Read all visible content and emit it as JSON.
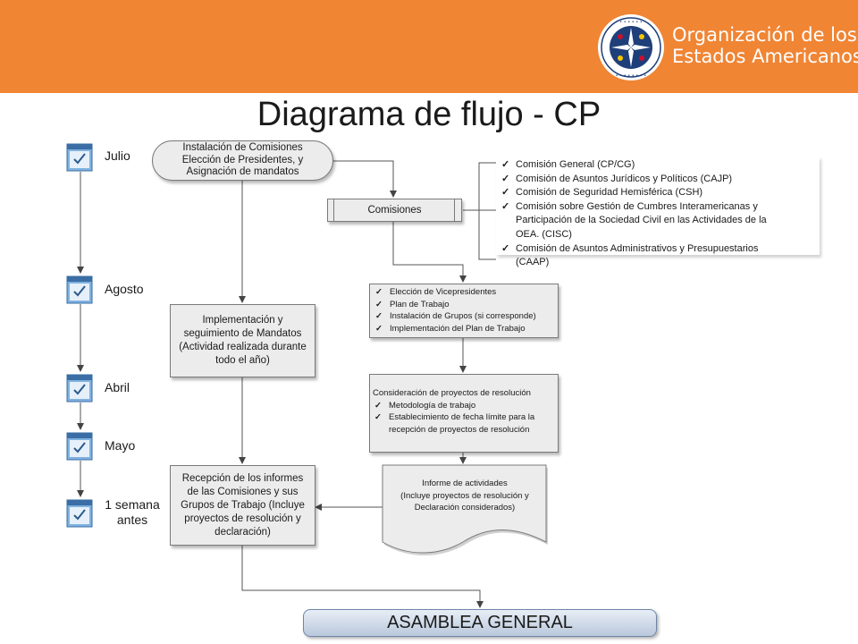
{
  "header": {
    "org_line1": "Organización de los",
    "org_line2": "Estados Americanos",
    "title": "Diagrama de flujo - CP"
  },
  "timeline": {
    "months": [
      "Julio",
      "Agosto",
      "Abril",
      "Mayo"
    ],
    "last_line1": "1 semana",
    "last_line2": "antes"
  },
  "nodes": {
    "instalacion": [
      "Instalación de Comisiones",
      "Elección de Presidentes, y",
      "Asignación de mandatos"
    ],
    "comisiones": "Comisiones",
    "comisiones_list": [
      "Comisión General (CP/CG)",
      "Comisión de Asuntos Jurídicos y Políticos (CAJP)",
      "Comisión de Seguridad Hemisférica (CSH)",
      "Comisión sobre Gestión de Cumbres Interamericanas y",
      "Participación de la Sociedad Civil en las Actividades de la",
      "OEA. (CISC)",
      "Comisión de Asuntos Administrativos y Presupuestarios",
      "(CAAP)"
    ],
    "eleccion_list": [
      "Elección de Vicepresidentes",
      "Plan de Trabajo",
      "Instalación de Grupos (si corresponde)",
      "Implementación del Plan de Trabajo"
    ],
    "implementacion": [
      "Implementación y",
      "seguimiento de Mandatos",
      "(Actividad realizada durante",
      "todo el año)"
    ],
    "consideracion_title": "Consideración de proyectos de resolución",
    "consideracion_list": [
      "Metodología de trabajo",
      "Establecimiento de fecha límite para la",
      "recepción de proyectos de resolución"
    ],
    "informe": [
      "Informe de actividades",
      "(Incluye proyectos de resolución y",
      "Declaración considerados)"
    ],
    "recepcion": [
      "Recepción de los informes",
      "de las Comisiones y sus",
      "Grupos de Trabajo (Incluye",
      "proyectos de resolución y",
      "declaración)"
    ],
    "asamblea": "ASAMBLEA GENERAL"
  }
}
